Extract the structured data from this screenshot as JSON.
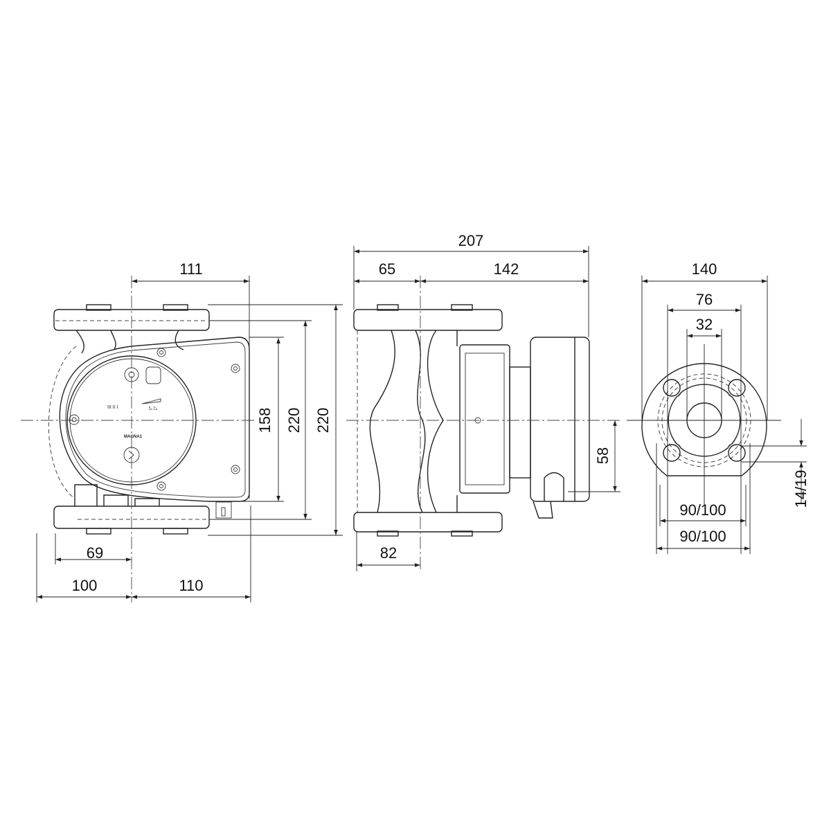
{
  "drawing": {
    "logo_text": "MAGNA1",
    "front_view": {
      "dim_top": "111",
      "dim_bottom_left": "100",
      "dim_bottom_right": "110",
      "dim_lower_left": "69",
      "dim_box_height": "158",
      "dim_inner_height": "220",
      "dim_outer_height": "220"
    },
    "side_view": {
      "dim_overall": "207",
      "dim_left": "65",
      "dim_right": "142",
      "dim_bottom": "82",
      "dim_offset": "58"
    },
    "flange_view": {
      "dim_outer": "140",
      "dim_bolt": "76",
      "dim_bore": "32",
      "dim_pcd_1": "90/100",
      "dim_pcd_2": "90/100",
      "dim_holes": "14/19"
    }
  }
}
